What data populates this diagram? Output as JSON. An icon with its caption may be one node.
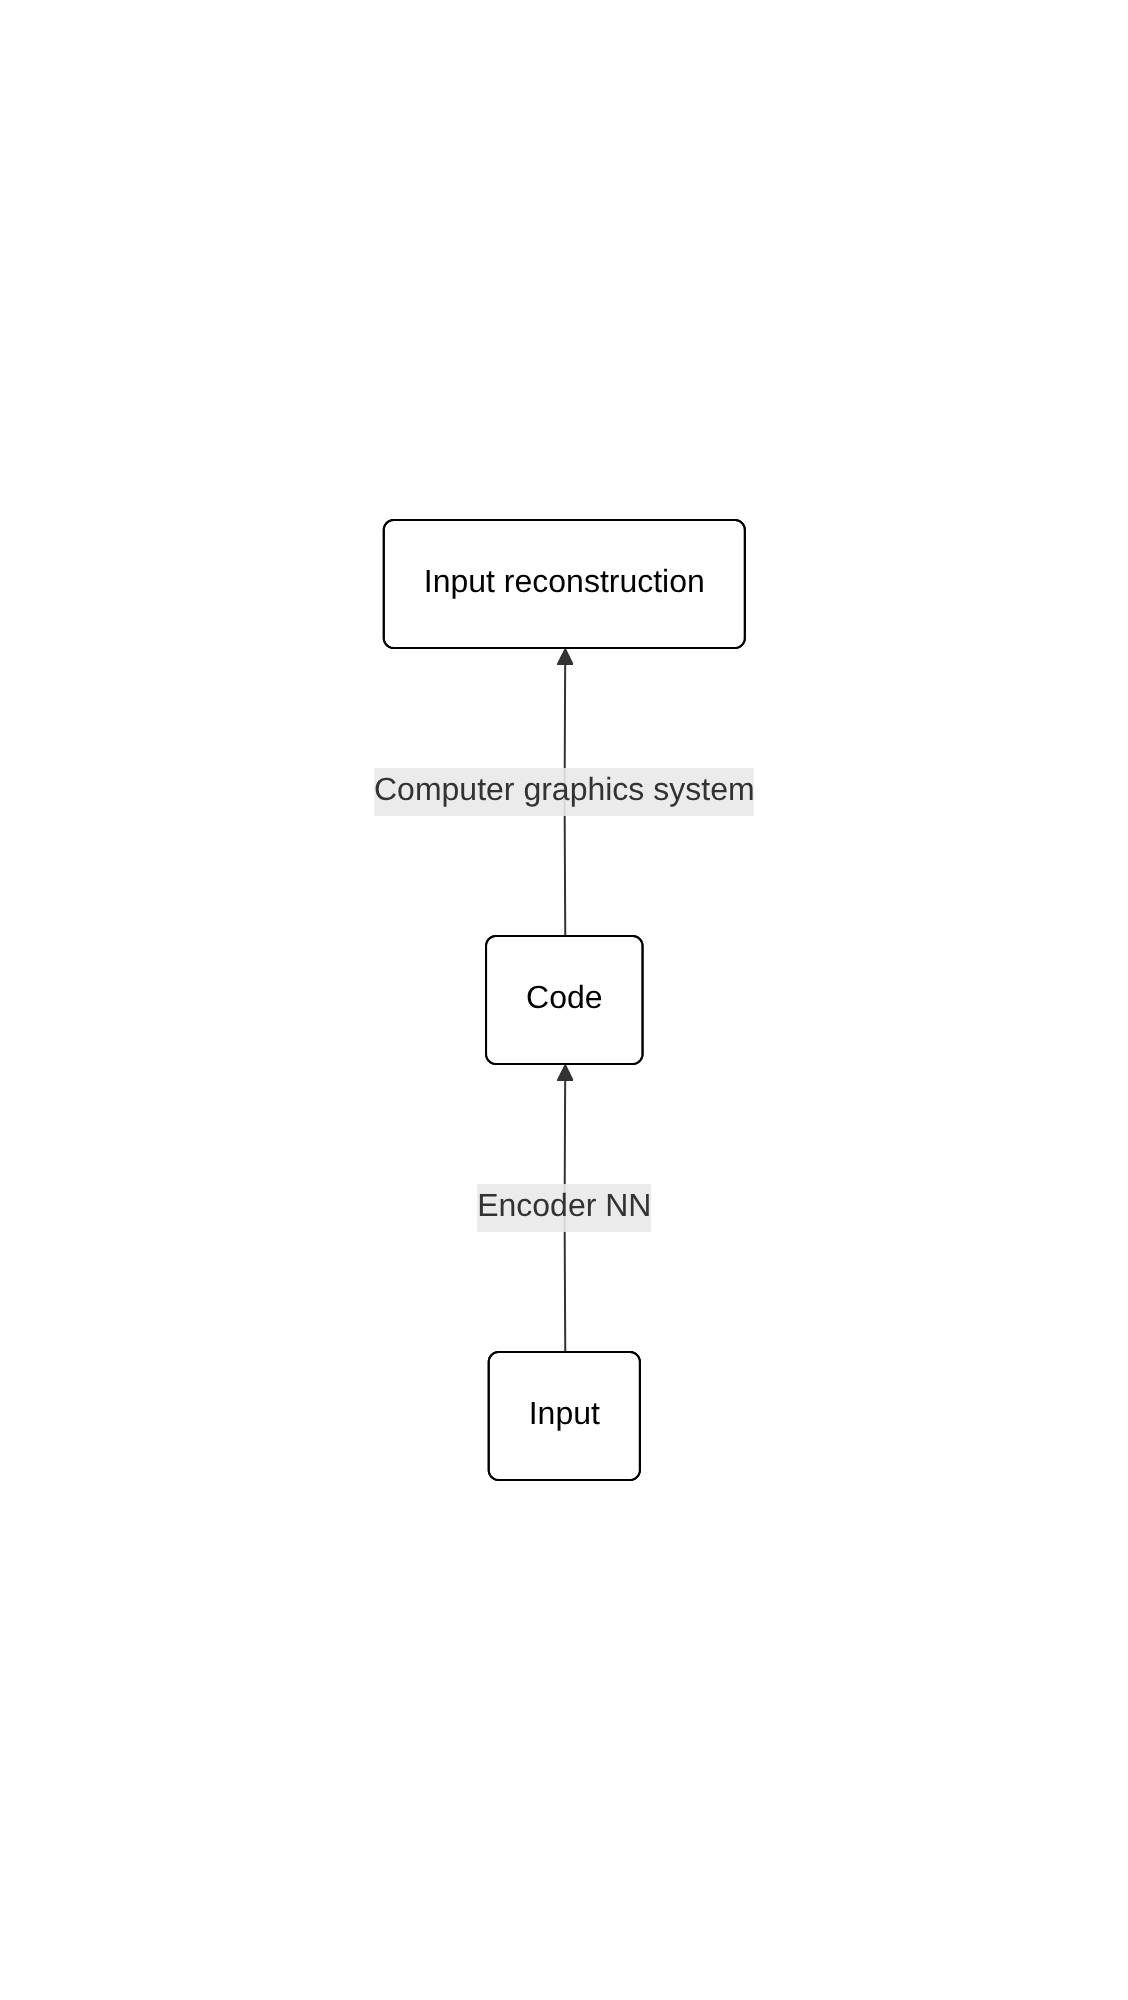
{
  "diagram": {
    "nodes": [
      {
        "text": [
          "Input reconstruction"
        ]
      },
      {
        "text": [
          "Code"
        ]
      },
      {
        "text": [
          "Input"
        ]
      }
    ],
    "edges": [
      {
        "from": 2,
        "to": 1,
        "arrow": "to",
        "label": "Encoder NN"
      },
      {
        "from": 1,
        "to": 0,
        "arrow": "to",
        "label": "Computer graphics system"
      }
    ]
  }
}
